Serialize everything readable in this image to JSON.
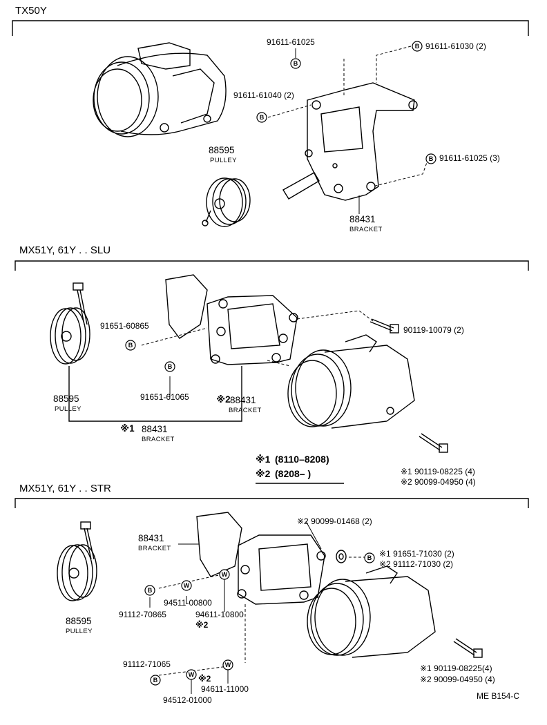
{
  "sections": [
    {
      "title": "TX50Y",
      "labels": {
        "bolt_top": "91611-61025",
        "bolt_top_right": "91611-61030 (2)",
        "bolt_left": "91611-61040 (2)",
        "bolt_right": "91611-61025 (3)",
        "pulley_num": "88595",
        "pulley_name": "PULLEY",
        "bracket_num": "88431",
        "bracket_name": "BRACKET"
      }
    },
    {
      "title": "MX51Y, 61Y . . SLU",
      "labels": {
        "bolt_a": "91651-60865",
        "bolt_b": "91651-61065",
        "bolt_right": "90119-10079 (2)",
        "pulley_num": "88595",
        "pulley_name": "PULLEY",
        "bracket2_mark": "※2",
        "bracket2_num": "88431",
        "bracket2_name": "BRACKET",
        "bracket1_mark": "※1",
        "bracket1_num": "88431",
        "bracket1_name": "BRACKET",
        "note1_mark": "※1",
        "note1_text": "(8110–8208)",
        "note2_mark": "※2",
        "note2_text": "(8208–        )",
        "bolt_set1": "※1 90119-08225 (4)",
        "bolt_set2": "※2 90099-04950 (4)"
      }
    },
    {
      "title": "MX51Y, 61Y . . STR",
      "labels": {
        "bracket_num": "88431",
        "bracket_name": "BRACKET",
        "nut_top": "※2 90099-01468 (2)",
        "bolt_r1": "※1 91651-71030 (2)",
        "bolt_r2": "※2 91112-71030 (2)",
        "washer_a": "94511-00800",
        "bolt_a": "91112-70865",
        "washer_b": "94611-10800",
        "washer_b_mark": "※2",
        "pulley_num": "88595",
        "pulley_name": "PULLEY",
        "bolt_c": "91112-71065",
        "washer_c_mark": "※2",
        "washer_c": "94611-11000",
        "washer_d": "94512-01000",
        "bolt_set1": "※1 90119-08225(4)",
        "bolt_set2": "※2 90099-04950 (4)"
      }
    }
  ],
  "callout_letters": {
    "bolt": "B",
    "washer": "W"
  },
  "footer_code": "ME  B154-C"
}
